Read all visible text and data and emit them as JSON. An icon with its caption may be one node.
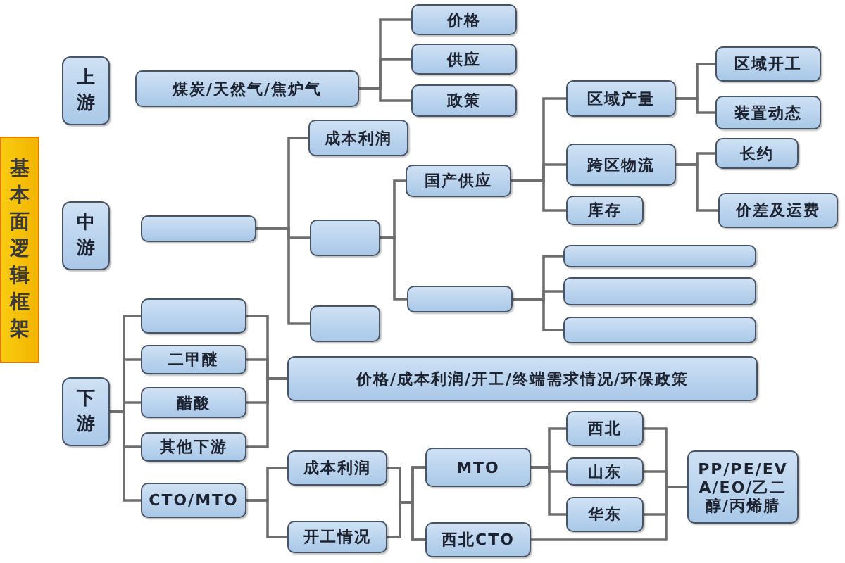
{
  "diagram": {
    "nodes": [
      {
        "text": [
          "基本面逻辑框架"
        ]
      },
      {
        "text": [
          "上游"
        ]
      },
      {
        "text": [
          "煤炭/天然气/焦炉气"
        ]
      },
      {
        "text": [
          "价格"
        ]
      },
      {
        "text": [
          "供应"
        ]
      },
      {
        "text": [
          "政策"
        ]
      },
      {
        "text": [
          "中游"
        ]
      },
      {
        "text": [],
        "shape": "box"
      },
      {
        "text": [
          "成本利润"
        ]
      },
      {
        "text": [],
        "shape": "box"
      },
      {
        "text": [
          "国产供应"
        ]
      },
      {
        "text": [
          "区域产量"
        ]
      },
      {
        "text": [
          "区域开工"
        ]
      },
      {
        "text": [
          "装置动态"
        ]
      },
      {
        "text": [
          "跨区物流"
        ]
      },
      {
        "text": [
          "长约"
        ]
      },
      {
        "text": [
          "价差及运费"
        ]
      },
      {
        "text": [
          "库存"
        ]
      },
      {
        "text": [],
        "shape": "box"
      },
      {
        "text": [],
        "shape": "box"
      },
      {
        "text": [],
        "shape": "box"
      },
      {
        "text": [],
        "shape": "box"
      },
      {
        "text": [],
        "shape": "box"
      },
      {
        "text": [
          "下游"
        ]
      },
      {
        "text": [],
        "shape": "box"
      },
      {
        "text": [
          "二甲醚"
        ]
      },
      {
        "text": [
          "醋酸"
        ]
      },
      {
        "text": [
          "其他下游"
        ]
      },
      {
        "text": [
          "CTO/MTO"
        ]
      },
      {
        "text": [
          "价格/成本利润/开工/终端需求情况/环保政策"
        ]
      },
      {
        "text": [
          "成本利润"
        ]
      },
      {
        "text": [
          "开工情况"
        ]
      },
      {
        "text": [
          "MTO"
        ]
      },
      {
        "text": [
          "西北CTO"
        ]
      },
      {
        "text": [
          "西北"
        ]
      },
      {
        "text": [
          "山东"
        ]
      },
      {
        "text": [
          "华东"
        ]
      },
      {
        "text": [
          "PP/PE/EVA/EO/乙二醇/丙烯腈"
        ]
      }
    ],
    "edges": [
      {
        "from": 2,
        "to": 3,
        "arrow": "none"
      },
      {
        "from": 2,
        "to": 4,
        "arrow": "none"
      },
      {
        "from": 2,
        "to": 5,
        "arrow": "none"
      },
      {
        "from": 7,
        "to": 8,
        "arrow": "none"
      },
      {
        "from": 7,
        "to": 9,
        "arrow": "none"
      },
      {
        "from": 7,
        "to": 18,
        "arrow": "none"
      },
      {
        "from": 9,
        "to": 10,
        "arrow": "none"
      },
      {
        "from": 9,
        "to": 19,
        "arrow": "none"
      },
      {
        "from": 10,
        "to": 11,
        "arrow": "none"
      },
      {
        "from": 10,
        "to": 14,
        "arrow": "none"
      },
      {
        "from": 10,
        "to": 17,
        "arrow": "none"
      },
      {
        "from": 11,
        "to": 12,
        "arrow": "none"
      },
      {
        "from": 11,
        "to": 13,
        "arrow": "none"
      },
      {
        "from": 14,
        "to": 15,
        "arrow": "none"
      },
      {
        "from": 14,
        "to": 16,
        "arrow": "none"
      },
      {
        "from": 19,
        "to": 20,
        "arrow": "none"
      },
      {
        "from": 19,
        "to": 21,
        "arrow": "none"
      },
      {
        "from": 19,
        "to": 22,
        "arrow": "none"
      },
      {
        "from": 23,
        "to": 24,
        "arrow": "none"
      },
      {
        "from": 23,
        "to": 25,
        "arrow": "none"
      },
      {
        "from": 23,
        "to": 26,
        "arrow": "none"
      },
      {
        "from": 23,
        "to": 27,
        "arrow": "none"
      },
      {
        "from": 23,
        "to": 28,
        "arrow": "none"
      },
      {
        "from": 24,
        "to": 29,
        "arrow": "none"
      },
      {
        "from": 25,
        "to": 29,
        "arrow": "none"
      },
      {
        "from": 26,
        "to": 29,
        "arrow": "none"
      },
      {
        "from": 27,
        "to": 29,
        "arrow": "none"
      },
      {
        "from": 28,
        "to": 30,
        "arrow": "none"
      },
      {
        "from": 28,
        "to": 31,
        "arrow": "none"
      },
      {
        "from": 30,
        "to": 32,
        "arrow": "none"
      },
      {
        "from": 30,
        "to": 33,
        "arrow": "none"
      },
      {
        "from": 31,
        "to": 32,
        "arrow": "none"
      },
      {
        "from": 31,
        "to": 33,
        "arrow": "none"
      },
      {
        "from": 32,
        "to": 34,
        "arrow": "none"
      },
      {
        "from": 32,
        "to": 35,
        "arrow": "none"
      },
      {
        "from": 32,
        "to": 36,
        "arrow": "none"
      },
      {
        "from": 34,
        "to": 37,
        "arrow": "none"
      },
      {
        "from": 35,
        "to": 37,
        "arrow": "none"
      },
      {
        "from": 36,
        "to": 37,
        "arrow": "none"
      },
      {
        "from": 33,
        "to": 37,
        "arrow": "none"
      }
    ]
  }
}
